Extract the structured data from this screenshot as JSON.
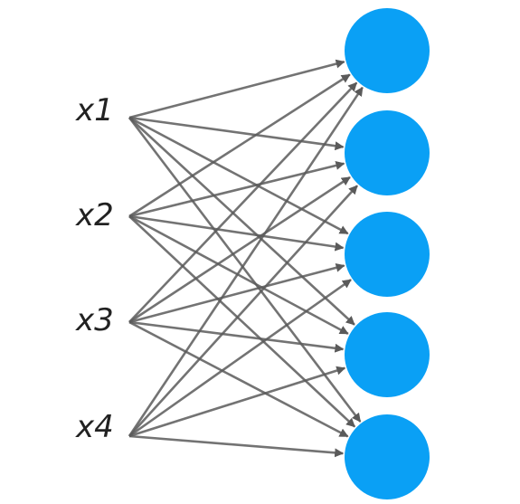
{
  "inputs": [
    {
      "label": "x1"
    },
    {
      "label": "x2"
    },
    {
      "label": "x3"
    },
    {
      "label": "x4"
    }
  ],
  "outputs": [
    {
      "id": "n1"
    },
    {
      "id": "n2"
    },
    {
      "id": "n3"
    },
    {
      "id": "n4"
    },
    {
      "id": "n5"
    }
  ],
  "connectivity": "fully-connected",
  "colors": {
    "node_fill": "#0aa0f5",
    "edge_stroke": "#5a5a5a",
    "label_text": "#222222",
    "background": "#ffffff"
  }
}
